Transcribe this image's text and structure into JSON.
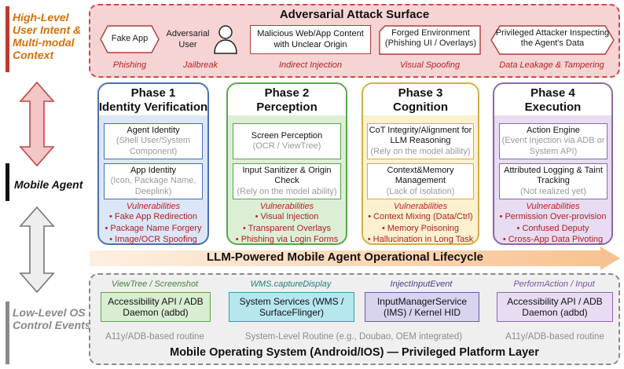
{
  "side": {
    "top_label": "High-Level User Intent & Multi-modal Context",
    "mid_label": "Mobile Agent",
    "bottom_label": "Low-Level OS Control Events"
  },
  "attack": {
    "title": "Adversarial Attack Surface",
    "threats": [
      {
        "text": "Fake App",
        "label": "Phishing"
      },
      {
        "text": "Adversarial User",
        "label": "Jailbreak"
      },
      {
        "text": "Malicious Web/App Content with Unclear Origin",
        "label": "Indirect Injection"
      },
      {
        "text": "Forged Environment (Phishing UI / Overlays)",
        "label": "Visual Spoofing"
      },
      {
        "text": "Privileged Attacker Inspecting the Agent's Data",
        "label": "Data Leakage & Tampering"
      }
    ]
  },
  "phases": [
    {
      "title1": "Phase 1",
      "title2": "Identity Verification",
      "boxes": [
        {
          "main": "Agent Identity",
          "sub": "(Shell User/System Component)"
        },
        {
          "main": "App Identity",
          "sub": "(Icon, Package Name, Deeplink)"
        }
      ],
      "vuln_title": "Vulnerabilities",
      "vulns": [
        "• Fake App Redirection",
        "• Package Name Forgery",
        "• Image/OCR Spoofing"
      ]
    },
    {
      "title1": "Phase 2",
      "title2": "Perception",
      "boxes": [
        {
          "main": "Screen Perception",
          "sub": "(OCR / ViewTree)"
        },
        {
          "main": "Input Sanitizer & Origin Check",
          "sub": "(Rely on the model ability)"
        }
      ],
      "vuln_title": "Vulnerabilities",
      "vulns": [
        "• Visual Injection",
        "• Transparent Overlays",
        "• Phishing via Login Forms"
      ]
    },
    {
      "title1": "Phase 3",
      "title2": "Cognition",
      "boxes": [
        {
          "main": "CoT Integrity/Alignment for LLM Reasoning",
          "sub": "(Rely on the model ability)"
        },
        {
          "main": "Context&Memory Management",
          "sub": "(Lack of Isolation)"
        }
      ],
      "vuln_title": "Vulnerabilities",
      "vulns": [
        "• Context Mixing (Data/Ctrl)",
        "• Memory Poisoning",
        "• Hallucination in Long Task"
      ]
    },
    {
      "title1": "Phase 4",
      "title2": "Execution",
      "boxes": [
        {
          "main": "Action Engine",
          "sub": "(Event Injection via ADB or System API)"
        },
        {
          "main": "Attributed Logging & Taint Tracking",
          "sub": "(Not realized yet)"
        }
      ],
      "vuln_title": "Vulnerabilities",
      "vulns": [
        "• Permission Over-provision",
        "• Confused Deputy",
        "• Cross-App Data Pivoting"
      ]
    }
  ],
  "lifecycle": "LLM-Powered Mobile Agent Operational Lifecycle",
  "os": {
    "api_labels": [
      "ViewTree / Screenshot",
      "WMS.captureDisplay",
      "InjectInputEvent",
      "PerformAction / Input"
    ],
    "boxes": [
      "Accessibility API / ADB Daemon (adbd)",
      "System Services (WMS / SurfaceFlinger)",
      "InputManagerService (IMS) / Kernel HID",
      "Accessibility API / ADB Daemon (adbd)"
    ],
    "routines": [
      "A11y/ADB-based routine",
      "System-Level Routine (e.g., Doubao, OEM integrated)",
      "A11y/ADB-based routine"
    ],
    "title": "Mobile Operating System (Android/IOS) — Privileged Platform Layer"
  },
  "colors": {
    "threat_red": "#b22222",
    "phase1": "#4a6fb0",
    "phase1_fill": "#dbe6f7",
    "phase2": "#57a64a",
    "phase2_fill": "#dcefd6",
    "phase3": "#d2b03c",
    "phase3_fill": "#fbf1d0",
    "phase4": "#8a67ad",
    "phase4_fill": "#e7dcf1",
    "os_green": "#5aa64b",
    "os_teal": "#2f9fae",
    "os_purple": "#6d5aa8"
  }
}
